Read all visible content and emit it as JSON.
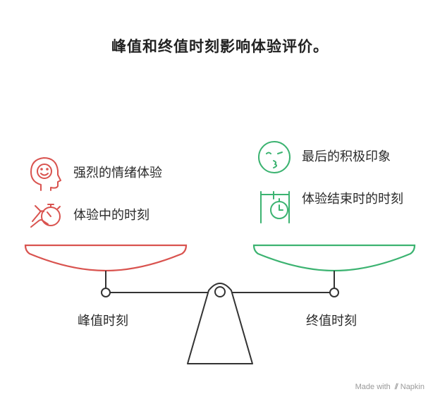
{
  "title": "峰值和终值时刻影响体验评价。",
  "left": {
    "items": [
      {
        "label": "强烈的情绪体验",
        "icon": "smiling-head-icon"
      },
      {
        "label": "体验中的时刻",
        "icon": "hand-stopwatch-icon"
      }
    ],
    "caption": "峰值时刻",
    "color": "#d9534f"
  },
  "right": {
    "items": [
      {
        "label": "最后的积极印象",
        "icon": "winking-face-icon"
      },
      {
        "label": "体验结束时的时刻",
        "icon": "finish-stopwatch-icon"
      }
    ],
    "caption": "终值时刻",
    "color": "#3cb371"
  },
  "footer": {
    "prefix": "Made with",
    "brand": "Napkin"
  }
}
